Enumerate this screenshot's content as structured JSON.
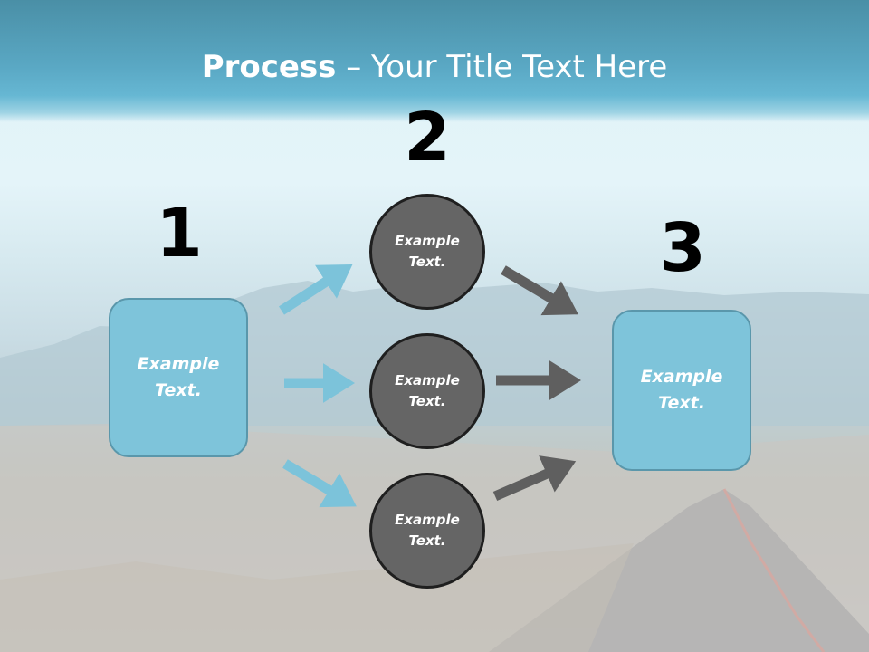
{
  "header": {
    "title_bold": "Process",
    "title_rest": " – Your Title Text Here"
  },
  "steps": {
    "step1": {
      "number": "1",
      "label": "Example\nText."
    },
    "step2": {
      "number": "2"
    },
    "step3": {
      "number": "3",
      "label": "Example\nText."
    }
  },
  "circles": [
    {
      "label": "Example\nText."
    },
    {
      "label": "Example\nText."
    },
    {
      "label": "Example\nText."
    }
  ],
  "colors": {
    "box_fill": "#7ec4da",
    "box_border": "#5a97ab",
    "circle_fill": "#656565",
    "circle_border": "#1f1f1f",
    "arrow_blue": "#7cc3da",
    "arrow_gray": "#5f5f5f"
  }
}
